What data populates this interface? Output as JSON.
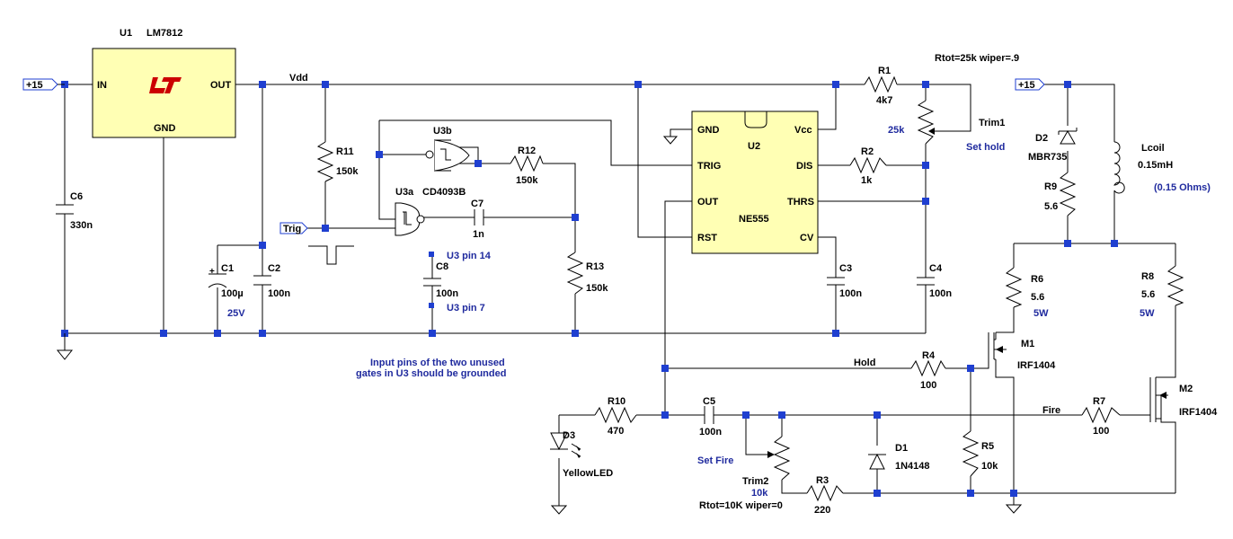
{
  "components": {
    "U1": {
      "ref": "U1",
      "value": "LM7812",
      "pin_in": "IN",
      "pin_out": "OUT",
      "pin_gnd": "GND"
    },
    "U2": {
      "ref": "U2",
      "value": "NE555",
      "pins": [
        "GND",
        "TRIG",
        "OUT",
        "RST",
        "Vcc",
        "DIS",
        "THRS",
        "CV"
      ]
    },
    "U3a": {
      "ref": "U3a",
      "value": "CD4093B"
    },
    "U3b": {
      "ref": "U3b"
    },
    "C1": {
      "ref": "C1",
      "value": "100µ",
      "voltage": "25V"
    },
    "C2": {
      "ref": "C2",
      "value": "100n"
    },
    "C3": {
      "ref": "C3",
      "value": "100n"
    },
    "C4": {
      "ref": "C4",
      "value": "100n"
    },
    "C5": {
      "ref": "C5",
      "value": "100n"
    },
    "C6": {
      "ref": "C6",
      "value": "330n"
    },
    "C7": {
      "ref": "C7",
      "value": "1n"
    },
    "C8": {
      "ref": "C8",
      "value": "100n"
    },
    "R1": {
      "ref": "R1",
      "value": "4k7"
    },
    "R2": {
      "ref": "R2",
      "value": "1k"
    },
    "R3": {
      "ref": "R3",
      "value": "220"
    },
    "R4": {
      "ref": "R4",
      "value": "100"
    },
    "R5": {
      "ref": "R5",
      "value": "10k"
    },
    "R6": {
      "ref": "R6",
      "value": "5.6",
      "power": "5W"
    },
    "R7": {
      "ref": "R7",
      "value": "100"
    },
    "R8": {
      "ref": "R8",
      "value": "5.6",
      "power": "5W"
    },
    "R9": {
      "ref": "R9",
      "value": "5.6"
    },
    "R10": {
      "ref": "R10",
      "value": "470"
    },
    "R11": {
      "ref": "R11",
      "value": "150k"
    },
    "R12": {
      "ref": "R12",
      "value": "150k"
    },
    "R13": {
      "ref": "R13",
      "value": "150k"
    },
    "Trim1": {
      "ref": "Trim1",
      "value": "25k",
      "param": "Rtot=25k wiper=.9",
      "note": "Set hold"
    },
    "Trim2": {
      "ref": "Trim2",
      "value": "10k",
      "param": "Rtot=10K wiper=0",
      "note": "Set Fire"
    },
    "D1": {
      "ref": "D1",
      "value": "1N4148"
    },
    "D2": {
      "ref": "D2",
      "value": "MBR735"
    },
    "D3": {
      "ref": "D3",
      "value": "YellowLED"
    },
    "M1": {
      "ref": "M1",
      "value": "IRF1404"
    },
    "M2": {
      "ref": "M2",
      "value": "IRF1404"
    },
    "Lcoil": {
      "ref": "Lcoil",
      "value": "0.15mH",
      "note": "(0.15 Ohms)"
    }
  },
  "nets": {
    "vdd": "Vdd",
    "hold": "Hold",
    "fire": "Fire",
    "trig": "Trig",
    "supply": "+15"
  },
  "notes": {
    "u3_pin14": "U3 pin 14",
    "u3_pin7": "U3 pin 7",
    "unused_line1": "Input pins of the two unused",
    "unused_line2": "gates in U3 should be grounded"
  },
  "colors": {
    "wire": "#000000",
    "junction": "#1f3fd0",
    "chip_fill": "#ffffb4",
    "annotation": "#1f2a9e",
    "logo": "#cc0000"
  }
}
